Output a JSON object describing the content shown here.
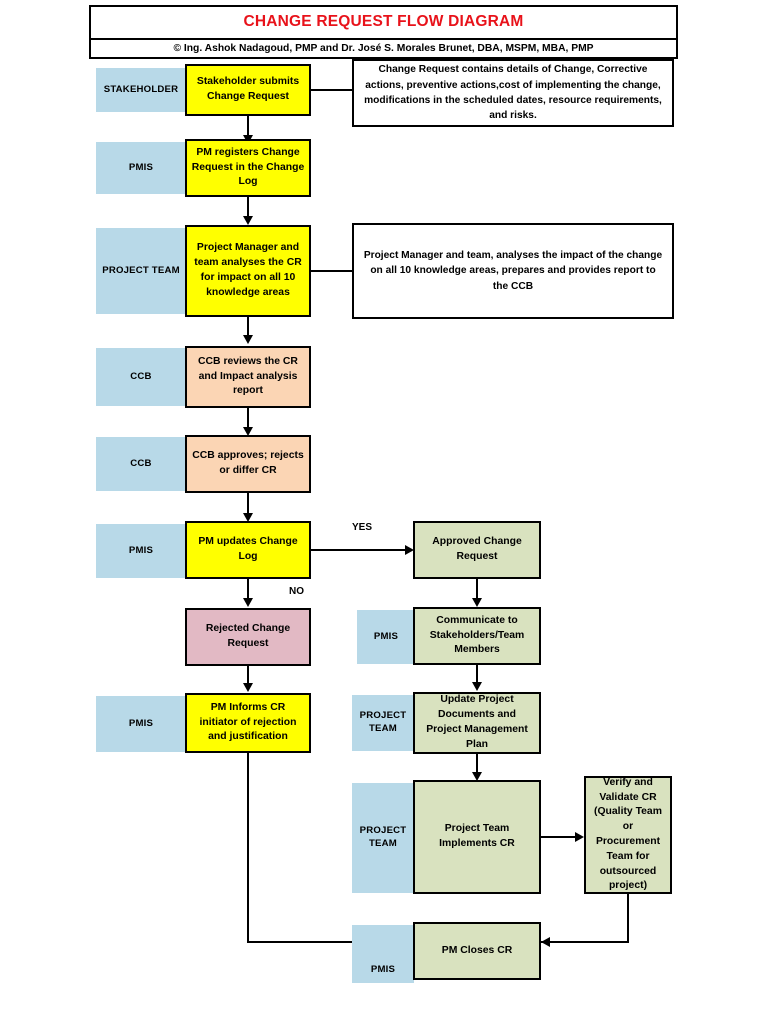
{
  "header": {
    "title": "CHANGE REQUEST FLOW DIAGRAM",
    "copyright": "©  Ing. Ashok Nadagoud, PMP and Dr. José S. Morales Brunet, DBA, MSPM, MBA, PMP"
  },
  "colors": {
    "title_red": "#e8121a",
    "lane_blue": "#b8d9e8",
    "yellow": "#ffff00",
    "peach": "#fbd5b4",
    "green": "#d9e2bf",
    "pink": "#e2b9c4",
    "border": "#000000",
    "background": "#ffffff"
  },
  "lanes": {
    "stakeholder": "STAKEHOLDER",
    "pmis_1": "PMIS",
    "project_team_1": "PROJECT TEAM",
    "ccb_1": "CCB",
    "ccb_2": "CCB",
    "pmis_2": "PMIS",
    "pmis_3": "PMIS",
    "pmis_4": "PMIS",
    "project_team_2": "PROJECT TEAM",
    "project_team_3": "PROJECT TEAM",
    "pmis_5": "PMIS"
  },
  "nodes": {
    "stakeholder_submits": "Stakeholder submits Change Request",
    "pm_registers": "PM registers Change Request in the Change Log",
    "pm_team_analyses": "Project Manager and team analyses the CR for impact on all 10 knowledge areas",
    "ccb_reviews": "CCB reviews the CR and Impact analysis report",
    "ccb_approves": "CCB approves; rejects or differ CR",
    "pm_updates_log": "PM updates Change Log",
    "approved_cr": "Approved Change Request",
    "rejected_cr": "Rejected Change Request",
    "communicate": "Communicate to Stakeholders/Team Members",
    "pm_informs": "PM Informs CR initiator of rejection and justification",
    "update_docs": "Update Project Documents and Project Management Plan",
    "team_implements": "Project Team Implements CR",
    "verify_validate": "Verify and Validate CR (Quality Team or Procurement Team for outsourced project)",
    "pm_closes": "PM Closes CR"
  },
  "notes": {
    "note_change_request": "Change Request contains details of Change, Corrective actions, preventive actions,cost of implementing the change, modifications in the scheduled dates, resource requirements, and risks.",
    "note_impact_analysis": "Project Manager and team, analyses the impact of the change on all 10 knowledge areas, prepares and provides report to the CCB"
  },
  "edge_labels": {
    "yes": "YES",
    "no": "NO"
  }
}
